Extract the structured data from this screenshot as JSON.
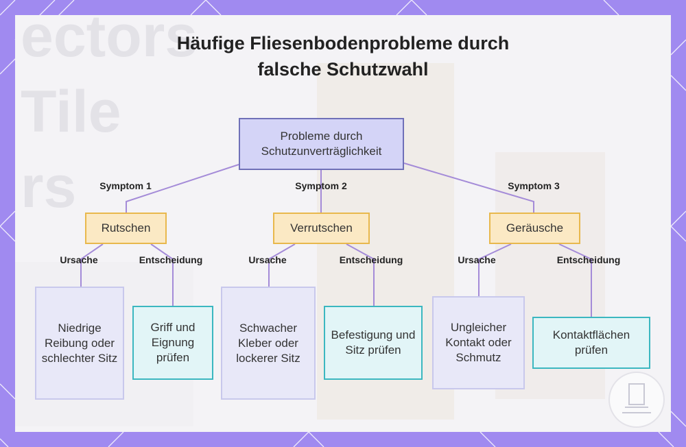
{
  "title_lines": [
    "Häufige Fliesenbodenprobleme durch",
    "falsche Schutzwahl"
  ],
  "root": "Probleme durch Schutzunverträglichkeit",
  "symptom_labels": [
    "Symptom 1",
    "Symptom 2",
    "Symptom 3"
  ],
  "symptoms": [
    "Rutschen",
    "Verrutschen",
    "Geräusche"
  ],
  "cause_label": "Ursache",
  "decision_label": "Entscheidung",
  "causes": [
    "Niedrige Reibung oder schlechter Sitz",
    "Schwacher Kleber oder lockerer Sitz",
    "Ungleicher Kontakt oder Schmutz"
  ],
  "decisions": [
    "Griff und Eignung prüfen",
    "Befestigung und Sitz prüfen",
    "Kontaktflächen prüfen"
  ],
  "colors": {
    "frame": "#a08af0",
    "edge": "#a48bd8",
    "root_fill": "#d4d4f7",
    "symptom_fill": "#fbe9c4",
    "cause_fill": "#e8e8f8",
    "decision_fill": "#e2f5f7",
    "decision_border": "#3bb7c0"
  },
  "background_text": [
    "ectors",
    "Tile",
    "rs"
  ]
}
